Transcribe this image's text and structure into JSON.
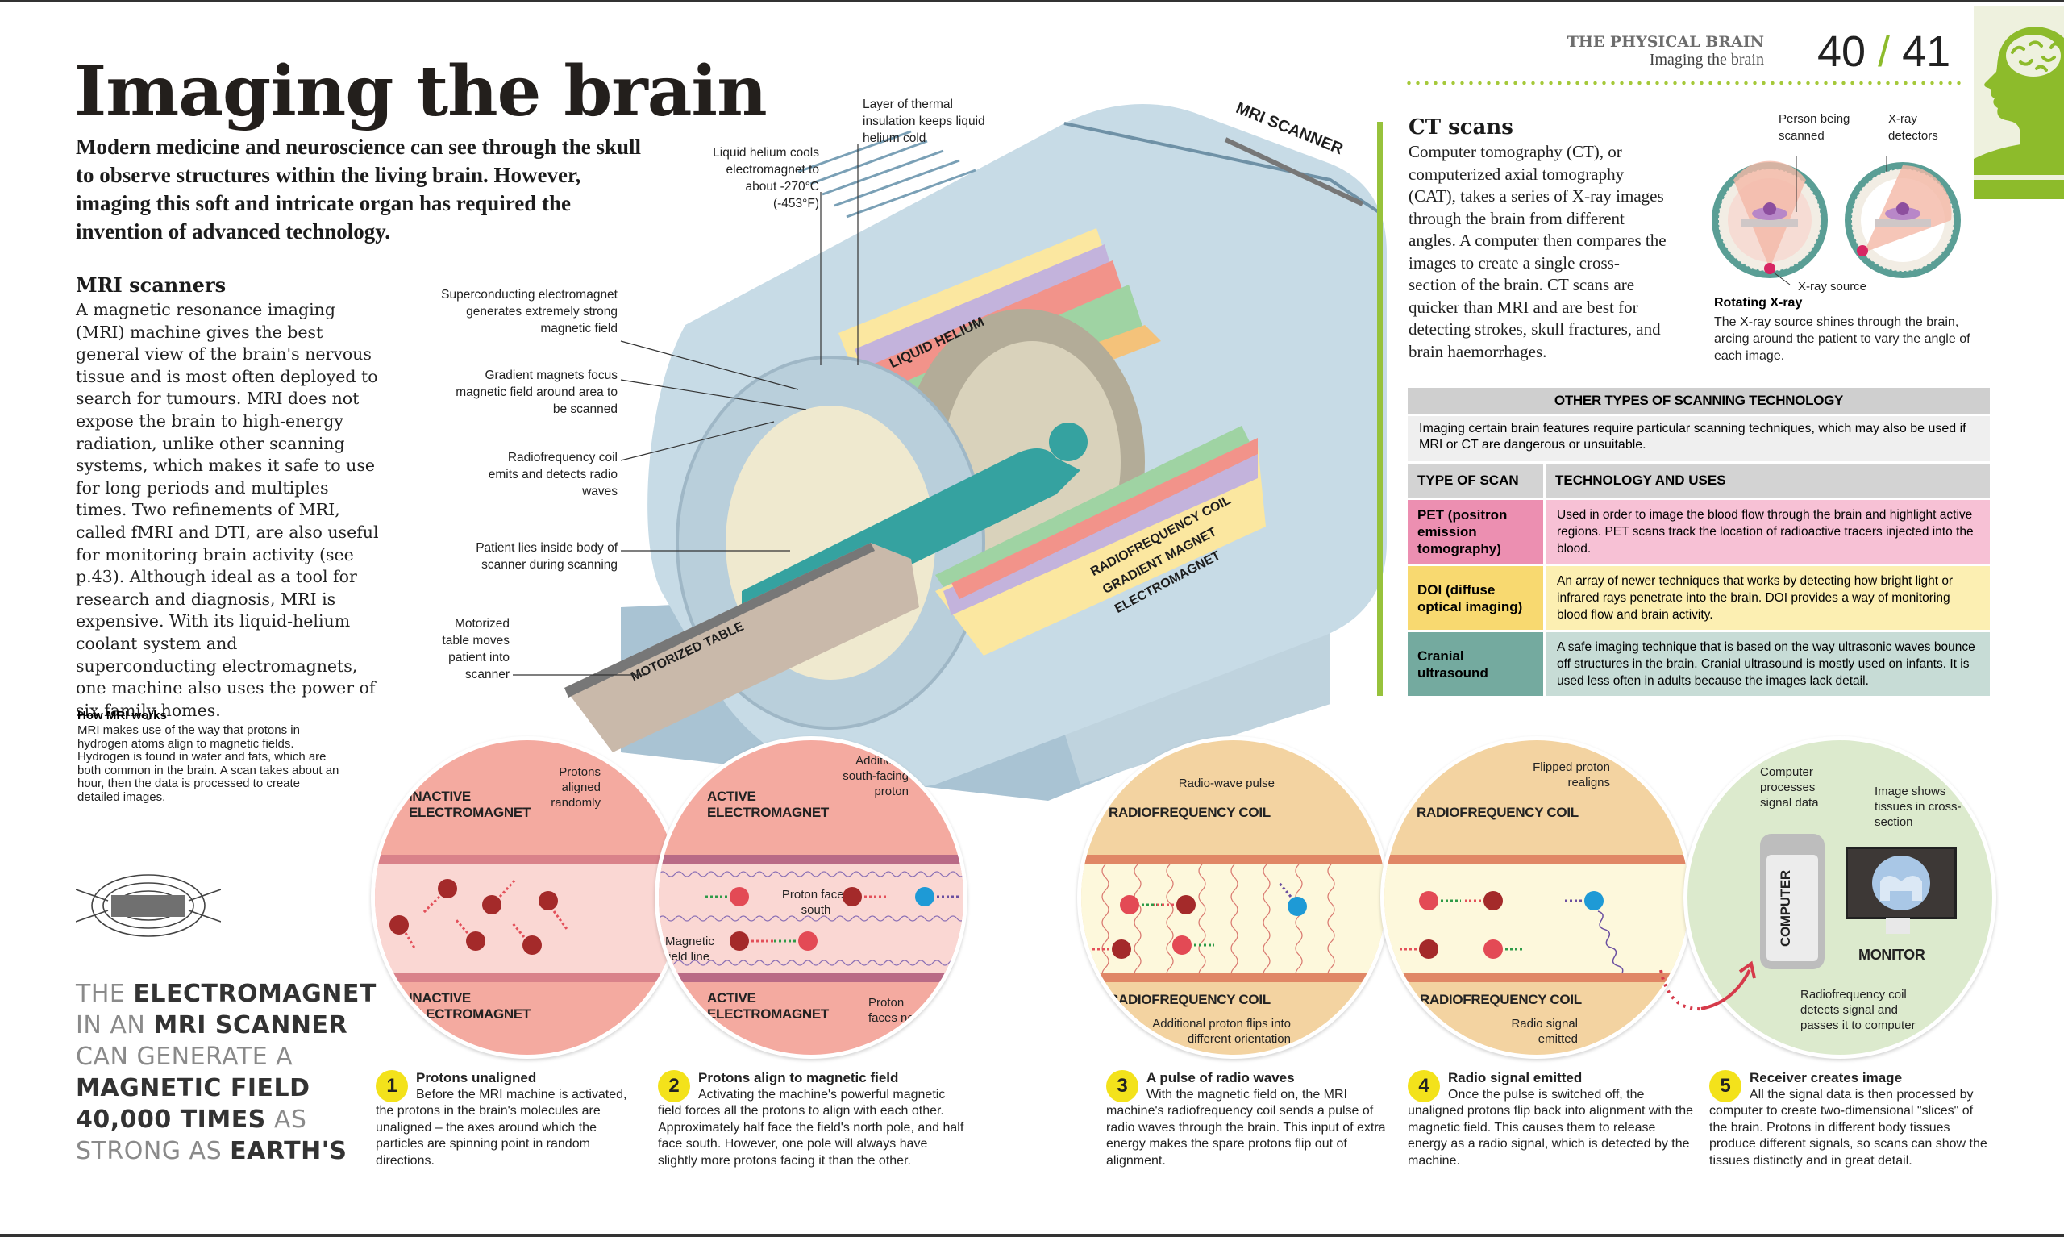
{
  "header": {
    "section": "THE PHYSICAL BRAIN",
    "subsection": "Imaging the brain",
    "page_left": "40",
    "page_sep": "/",
    "page_right": "41",
    "accent_color": "#97c23c"
  },
  "title": "Imaging the brain",
  "intro": "Modern medicine and neuroscience can see through the skull to observe structures within the living brain. However, imaging this soft and intricate organ has required the invention of advanced technology.",
  "mri": {
    "heading": "MRI scanners",
    "body": "A magnetic resonance imaging (MRI) machine gives the best general view of the brain's nervous tissue and is most often deployed to search for tumours. MRI does not expose the brain to high-energy radiation, unlike other scanning systems, which makes it safe to use for long periods and multiples times. Two refinements of MRI, called fMRI and DTI, are also useful for monitoring brain activity (see p.43). Although ideal as a tool for research and diagnosis, MRI is expensive. With its liquid-helium coolant system and superconducting electromagnets, one machine also uses the power of six family homes."
  },
  "how_mri": {
    "heading": "How MRI works",
    "body": "MRI makes use of the way that protons in hydrogen atoms align to magnetic fields. Hydrogen is found in water and fats, which are both common in the brain. A scan takes about an hour, then the data is processed to create detailed images."
  },
  "fact": {
    "parts": [
      {
        "t": "THE ",
        "b": false
      },
      {
        "t": "ELECTROMAGNET",
        "b": true
      },
      {
        "t": "IN AN ",
        "b": false
      },
      {
        "t": "MRI SCANNER",
        "b": true
      },
      {
        "t": "CAN GENERATE A",
        "b": false
      },
      {
        "t": "MAGNETIC FIELD",
        "b": true
      },
      {
        "t": "40,000 TIMES",
        "b": true
      },
      {
        "t": " AS",
        "b": false
      },
      {
        "t": "STRONG AS ",
        "b": false
      },
      {
        "t": "EARTH'S",
        "b": true
      }
    ]
  },
  "scanner": {
    "name_label": "MRI SCANNER",
    "layers": [
      "LIQUID HELIUM",
      "RADIOFREQUENCY COIL",
      "GRADIENT MAGNET",
      "ELECTROMAGNET"
    ],
    "table_label": "MOTORIZED TABLE",
    "callouts": {
      "thermal": "Layer of thermal insulation keeps liquid helium cold",
      "helium": "Liquid helium cools electromagnet to about -270°C (-453°F)",
      "superconducting": "Superconducting electromagnet generates extremely strong magnetic field",
      "gradient": "Gradient magnets focus magnetic field around area to be scanned",
      "rf_coil": "Radiofrequency coil emits and detects radio waves",
      "patient": "Patient lies inside body of scanner during scanning",
      "table": "Motorized table moves patient into scanner"
    }
  },
  "ct": {
    "heading": "CT scans",
    "body": "Computer tomography (CT), or computerized axial tomography (CAT), takes a series of X-ray images through the brain from different angles. A computer then compares the images to create a single cross-section of the brain. CT scans are quicker than MRI and are best for detecting strokes, skull fractures, and brain haemorrhages.",
    "diagram_labels": {
      "person": "Person being scanned",
      "detectors": "X-ray detectors",
      "source": "X-ray source"
    },
    "rotating_heading": "Rotating X-ray",
    "rotating_body": "The X-ray source shines through the brain, arcing around the patient to vary the angle of each image."
  },
  "scan_table": {
    "caption": "OTHER TYPES OF SCANNING TECHNOLOGY",
    "intro": "Imaging certain brain features require particular scanning techniques, which may also be used if MRI or CT are dangerous or unsuitable.",
    "columns": [
      "TYPE OF SCAN",
      "TECHNOLOGY AND USES"
    ],
    "rows": [
      {
        "type": "PET (positron emission tomography)",
        "uses": "Used in order to image the blood flow through the brain and highlight active regions. PET scans track the location of radioactive tracers injected into the blood.",
        "color": "#ec8fb1"
      },
      {
        "type": "DOI (diffuse optical imaging)",
        "uses": "An array of newer techniques that works by detecting how bright light or infrared rays penetrate into the brain. DOI provides a way of monitoring blood flow and brain activity.",
        "color": "#f8d970"
      },
      {
        "type": "Cranial ultrasound",
        "uses": "A safe imaging technique that is based on the way ultrasonic waves bounce off structures in the brain. Cranial ultrasound is mostly used on infants. It is used less often in adults because the images lack detail.",
        "color": "#74aa9f"
      }
    ]
  },
  "circles": {
    "c1": {
      "top": "INACTIVE ELECTROMAGNET",
      "bottom": "INACTIVE ELECTROMAGNET",
      "note": "Protons aligned randomly"
    },
    "c2": {
      "top": "ACTIVE ELECTROMAGNET",
      "bottom": "ACTIVE ELECTROMAGNET",
      "note_extra": "Additional south-facing proton",
      "note_south": "Proton faces south",
      "note_field": "Magnetic field line",
      "note_north": "Proton faces north"
    },
    "c3": {
      "top": "RADIOFREQUENCY COIL",
      "bottom": "RADIOFREQUENCY COIL",
      "note_pulse": "Radio-wave pulse",
      "note_flip": "Additional proton flips into different orientation"
    },
    "c4": {
      "top": "RADIOFREQUENCY COIL",
      "bottom": "RADIOFREQUENCY COIL",
      "note_realign": "Flipped proton realigns",
      "note_signal": "Radio signal emitted"
    },
    "c5": {
      "computer": "COMPUTER",
      "monitor": "MONITOR",
      "note_computer": "Computer processes signal data",
      "note_image": "Image shows tissues in cross-section",
      "note_coil": "Radiofrequency coil detects signal and passes it to computer"
    }
  },
  "steps": [
    {
      "num": "1",
      "heading": "Protons unaligned",
      "body": "Before the MRI machine is activated, the protons in the brain's molecules are unaligned – the axes around which the particles are spinning point in random directions."
    },
    {
      "num": "2",
      "heading": "Protons align to magnetic field",
      "body": "Activating the machine's powerful magnetic field forces all the protons to align with each other. Approximately half face the field's north pole, and half face south. However, one pole will always have slightly more protons facing it than the other."
    },
    {
      "num": "3",
      "heading": "A pulse of radio waves",
      "body": "With the magnetic field on, the MRI machine's radiofrequency coil sends a pulse of radio waves through the brain. This input of extra energy makes the spare protons flip out of alignment."
    },
    {
      "num": "4",
      "heading": "Radio signal emitted",
      "body": "Once the pulse is switched off, the unaligned protons flip back into alignment with the magnetic field. This causes them to release energy as a radio signal, which is detected by the machine."
    },
    {
      "num": "5",
      "heading": "Receiver creates image",
      "body": "All the signal data is then processed by computer to create two-dimensional \"slices\" of the brain. Protons in different body tissues produce different signals, so scans can show the tissues distinctly and in great detail."
    }
  ]
}
